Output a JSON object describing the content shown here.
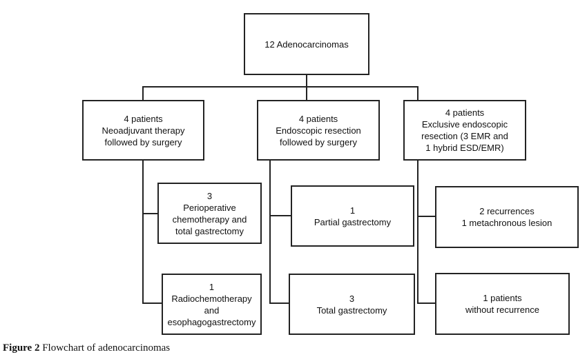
{
  "diagram": {
    "root": {
      "lines": [
        "12 Adenocarcinomas"
      ]
    },
    "groups": [
      {
        "header": {
          "lines": [
            "4 patients",
            "Neoadjuvant therapy",
            "followed by surgery"
          ]
        },
        "children": [
          {
            "lines": [
              "3",
              "Perioperative",
              "chemotherapy and",
              "total gastrectomy"
            ]
          },
          {
            "lines": [
              "1",
              "Radiochemotherapy",
              "and",
              "esophagogastrectomy"
            ]
          }
        ]
      },
      {
        "header": {
          "lines": [
            "4 patients",
            "Endoscopic resection",
            "followed by surgery"
          ]
        },
        "children": [
          {
            "lines": [
              "1",
              "Partial gastrectomy"
            ]
          },
          {
            "lines": [
              "3",
              "Total gastrectomy"
            ]
          }
        ]
      },
      {
        "header": {
          "lines": [
            "4 patients",
            "Exclusive endoscopic",
            "resection (3 EMR and",
            "1 hybrid ESD/EMR)"
          ]
        },
        "children": [
          {
            "lines": [
              "2 recurrences",
              "1 metachronous lesion"
            ]
          },
          {
            "lines": [
              "1 patients",
              "without recurrence"
            ]
          }
        ]
      }
    ]
  },
  "caption": {
    "label": "Figure 2",
    "text": " Flowchart of adenocarcinomas"
  }
}
